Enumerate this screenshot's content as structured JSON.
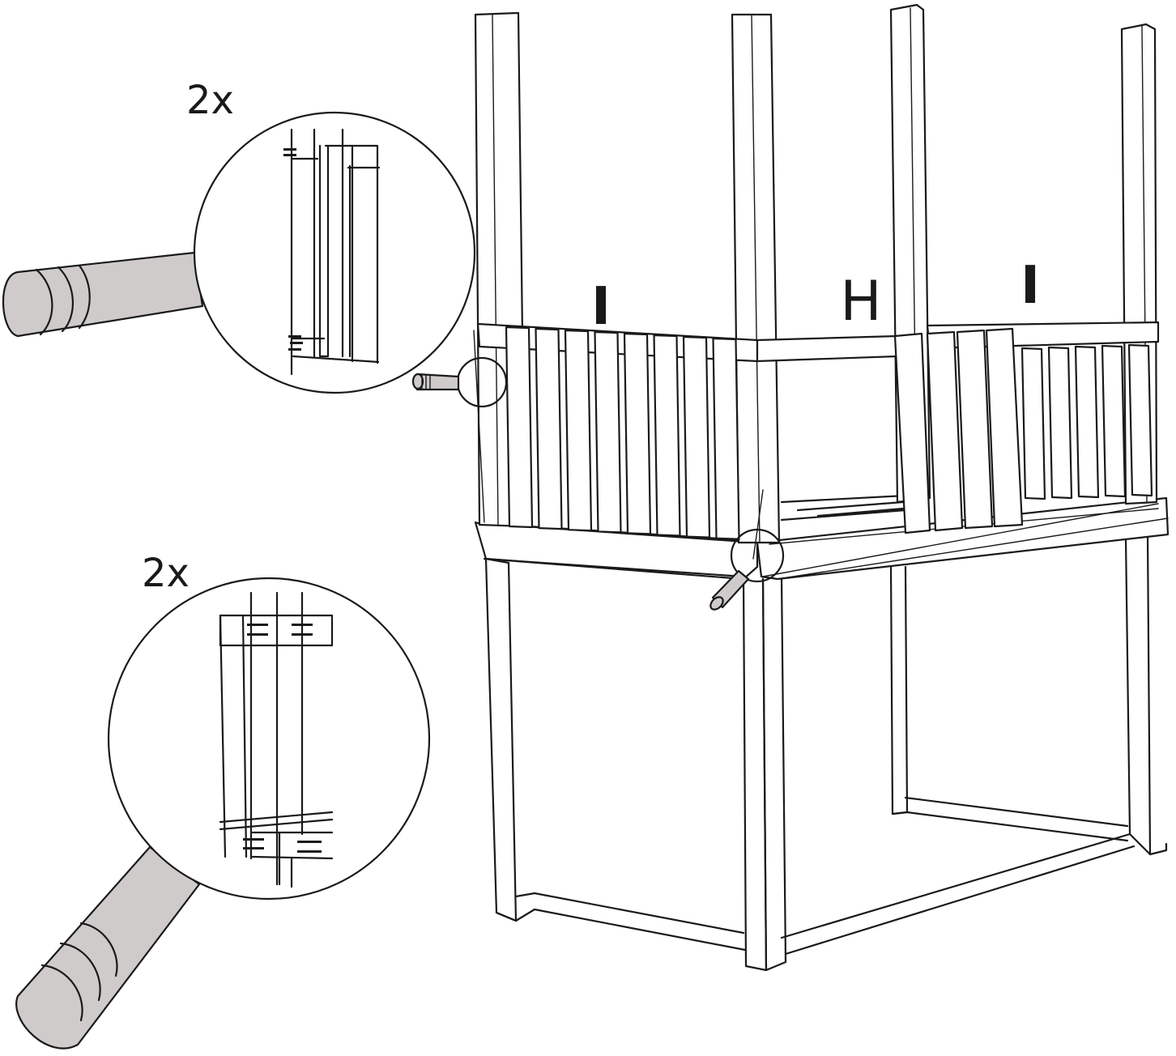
{
  "detail_top": {
    "quantity": "2x"
  },
  "detail_bottom": {
    "quantity": "2x"
  },
  "parts": {
    "front_panel": "I",
    "side_rail": "H",
    "right_panel": "I"
  },
  "colors": {
    "line": "#1a1a1a",
    "magnifier_handle": "#cfcbcb",
    "background": "#ffffff"
  }
}
